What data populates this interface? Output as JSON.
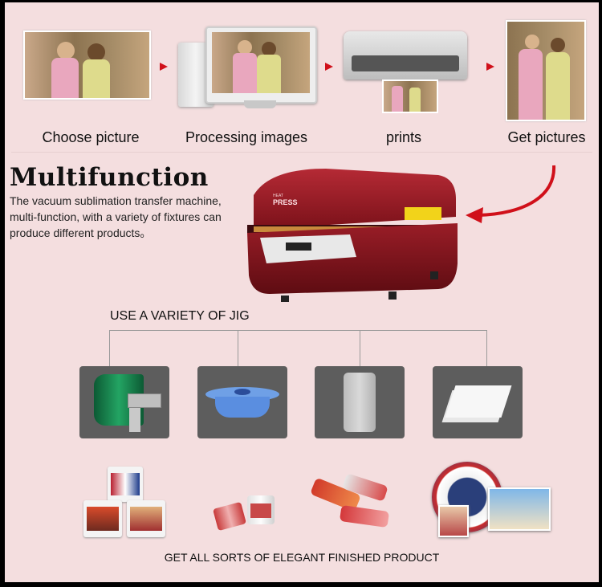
{
  "steps": [
    {
      "label": "Choose picture"
    },
    {
      "label": "Processing images"
    },
    {
      "label": "prints"
    },
    {
      "label": "Get pictures"
    }
  ],
  "heading": "Multifunction",
  "description_lines": [
    "The vacuum sublimation transfer machine,",
    "multi-function, with a variety of fixtures can",
    "produce different products。"
  ],
  "machine": {
    "brand_top": "HEAT",
    "brand_main": "PRESS"
  },
  "jig_title": "USE A VARIETY OF JIG",
  "jigs": [
    {
      "name": "mug-wrap-jig-icon"
    },
    {
      "name": "plate-jig-icon"
    },
    {
      "name": "phone-case-jig-icon"
    },
    {
      "name": "sponge-pad-jig-icon"
    }
  ],
  "footer": "GET ALL SORTS OF ELEGANT FINISHED PRODUCT",
  "colors": {
    "background": "#f4dedf",
    "arrow": "#d0101a",
    "machine": "#8a1a22",
    "jig_box": "#5d5d5d"
  }
}
